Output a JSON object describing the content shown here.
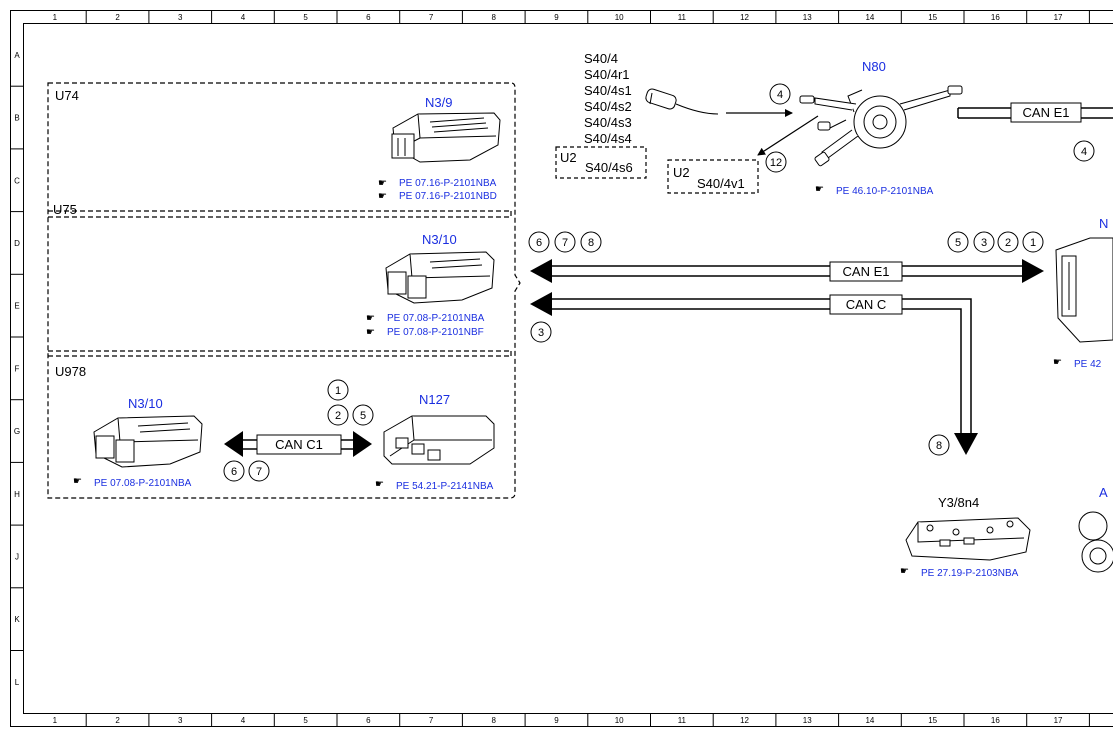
{
  "frame": {
    "columns": [
      "1",
      "2",
      "3",
      "4",
      "5",
      "6",
      "7",
      "8",
      "9",
      "10",
      "11",
      "12",
      "13",
      "14",
      "15",
      "16",
      "17"
    ],
    "rows": [
      "A",
      "B",
      "C",
      "D",
      "E",
      "F",
      "G",
      "H",
      "J",
      "K",
      "L"
    ]
  },
  "groups": {
    "u74": "U74",
    "u75": "U75",
    "u978": "U978"
  },
  "components": {
    "n3_9": "N3/9",
    "n3_10_u75": "N3/10",
    "n3_10_u978": "N3/10",
    "n127": "N127",
    "n80": "N80",
    "y3_8n4": "Y3/8n4",
    "n_partial": "N",
    "a_partial": "A"
  },
  "switches": {
    "s40": [
      "S40/4",
      "S40/4r1",
      "S40/4s1",
      "S40/4s2",
      "S40/4s3",
      "S40/4s4"
    ],
    "u2_a": "U2",
    "s40_4s6": "S40/4s6",
    "u2_b": "U2",
    "s40_4v1": "S40/4v1"
  },
  "buses": {
    "can_e1_top": "CAN E1",
    "can_e1_main": "CAN E1",
    "can_c": "CAN C",
    "can_c1": "CAN C1"
  },
  "refs": {
    "n3_9_a": "PE 07.16-P-2101NBA",
    "n3_9_b": "PE 07.16-P-2101NBD",
    "n3_10_a": "PE 07.08-P-2101NBA",
    "n3_10_b": "PE 07.08-P-2101NBF",
    "u978_n3_10": "PE 07.08-P-2101NBA",
    "n127": "PE 54.21-P-2141NBA",
    "n80": "PE 46.10-P-2101NBA",
    "y3": "PE 27.19-P-2103NBA",
    "n_partial": "PE 42"
  },
  "markers": {
    "n80_in": "4",
    "n80_out": "12",
    "right_edge": "4",
    "left_a": "6",
    "left_b": "7",
    "left_c": "8",
    "right_a": "5",
    "right_b": "3",
    "right_c": "2",
    "right_d": "1",
    "can_c": "3",
    "y3": "8",
    "u978_top": "1",
    "u978_mid_a": "2",
    "u978_mid_b": "5",
    "u978_bot_a": "6",
    "u978_bot_b": "7"
  }
}
